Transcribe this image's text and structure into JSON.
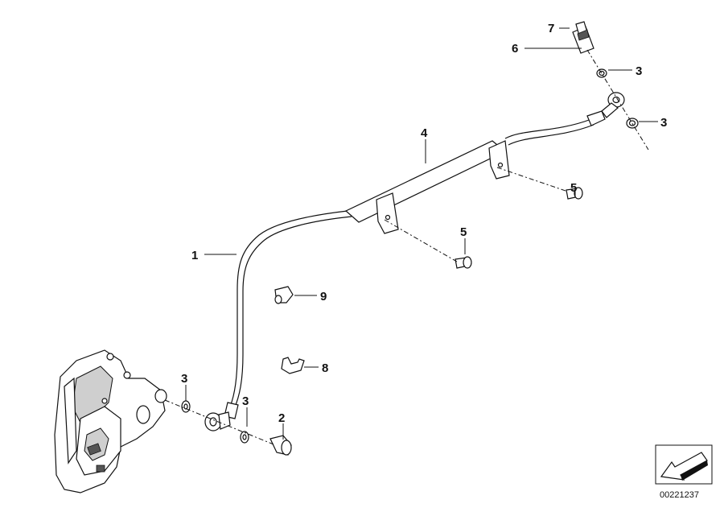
{
  "diagram": {
    "callouts": [
      {
        "id": "c1",
        "label": "1"
      },
      {
        "id": "c2",
        "label": "2"
      },
      {
        "id": "c3a",
        "label": "3"
      },
      {
        "id": "c3b",
        "label": "3"
      },
      {
        "id": "c3c",
        "label": "3"
      },
      {
        "id": "c3d",
        "label": "3"
      },
      {
        "id": "c4",
        "label": "4"
      },
      {
        "id": "c5a",
        "label": "5"
      },
      {
        "id": "c5b",
        "label": "5"
      },
      {
        "id": "c6",
        "label": "6"
      },
      {
        "id": "c7",
        "label": "7"
      },
      {
        "id": "c8",
        "label": "8"
      },
      {
        "id": "c9",
        "label": "9"
      }
    ],
    "reference_number": "00221237"
  }
}
